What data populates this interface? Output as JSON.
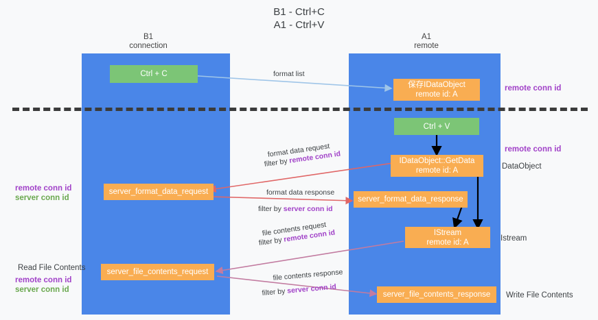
{
  "title": {
    "line1": "B1 - Ctrl+C",
    "line2": "A1 - Ctrl+V"
  },
  "lanes": [
    {
      "name": "B1",
      "role": "connection"
    },
    {
      "name": "A1",
      "role": "remote"
    }
  ],
  "nodes": {
    "ctrl_c": {
      "label": "Ctrl + C"
    },
    "save_idataobject": {
      "line1": "保存IDataObject",
      "line2": "remote id: A"
    },
    "ctrl_v": {
      "label": "Ctrl + V"
    },
    "getdata": {
      "line1": "IDataObject::GetData",
      "line2": "remote id: A"
    },
    "server_format_data_request": {
      "label": "server_format_data_request"
    },
    "server_format_data_response": {
      "label": "server_format_data_response"
    },
    "istream": {
      "line1": "IStream",
      "line2": "remote id: A"
    },
    "server_file_contents_request": {
      "label": "server_file_contents_request"
    },
    "server_file_contents_response": {
      "label": "server_file_contents_response"
    }
  },
  "edges": {
    "format_list": "format list",
    "format_data_request": "format data request",
    "format_data_request_filter_prefix": "filter by ",
    "format_data_request_filter_key": "remote conn id",
    "format_data_response": "format data response",
    "format_data_response_filter_prefix": "filter by ",
    "format_data_response_filter_key": "server conn id",
    "file_contents_request": "file contents request",
    "file_contents_request_filter_prefix": "filter by ",
    "file_contents_request_filter_key": "remote conn id",
    "file_contents_response": "file contents response",
    "file_contents_response_filter_prefix": "filter by ",
    "file_contents_response_filter_key": "server conn id"
  },
  "annotations": {
    "right_remote_conn_id_top": "remote conn id",
    "right_remote_conn_id_mid": "remote conn id",
    "right_dataobject": "DataObject",
    "right_istream": "Istream",
    "right_write_file_contents": "Write File Contents",
    "left_remote_conn_id": "remote conn id",
    "left_server_conn_id": "server conn id",
    "left_read_file_contents": "Read File Contents",
    "left_remote_conn_id_2": "remote conn id",
    "left_server_conn_id_2": "server conn id"
  },
  "colors": {
    "lane": "#4a86e8",
    "node_green": "#7cc576",
    "node_orange": "#f9ad52",
    "accent_purple": "#a142c8",
    "accent_green": "#6aa84f",
    "arrow_blue": "#9fc5e8",
    "arrow_red": "#e06666",
    "arrow_black": "#000000",
    "arrow_magenta": "#c27ba0",
    "background": "#f8f9fa"
  }
}
